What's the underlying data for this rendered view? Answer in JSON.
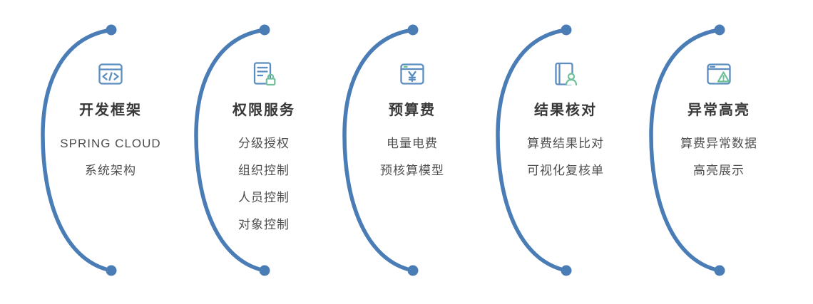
{
  "palette": {
    "curve_blue": "#4a7db6",
    "icon_blue": "#5b8dc1",
    "icon_green": "#6fbf9a",
    "title_color": "#383838",
    "body_color": "#4f4f4f",
    "background": "#ffffff"
  },
  "sections": [
    {
      "icon": "code-window-icon",
      "title": "开发框架",
      "lines": [
        "SPRING CLOUD",
        "系统架构"
      ]
    },
    {
      "icon": "document-lock-icon",
      "title": "权限服务",
      "lines": [
        "分级授权",
        "组织控制",
        "人员控制",
        "对象控制"
      ]
    },
    {
      "icon": "yen-window-icon",
      "title": "预算费",
      "lines": [
        "电量电费",
        "预核算模型"
      ]
    },
    {
      "icon": "book-user-icon",
      "title": "结果核对",
      "lines": [
        "算费结果比对",
        "可视化复核单"
      ]
    },
    {
      "icon": "alert-window-icon",
      "title": "异常高亮",
      "lines": [
        "算费异常数据",
        "高亮展示"
      ]
    }
  ]
}
